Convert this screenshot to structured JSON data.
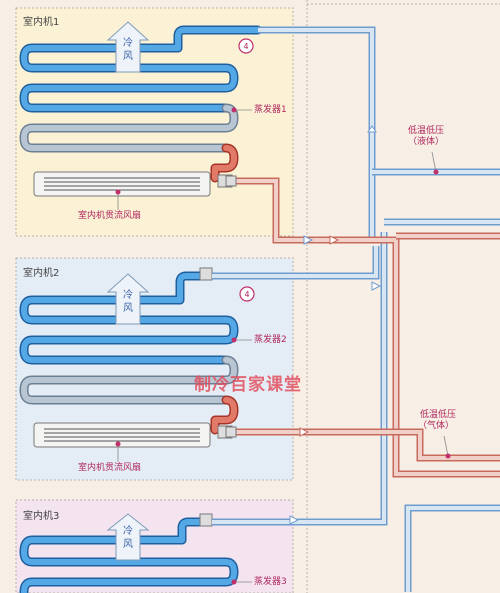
{
  "units": [
    {
      "title": "室内机1",
      "evaporator": "蒸发器1",
      "fan": "室内机贯流风扇",
      "cold_air": [
        "冷",
        "风"
      ],
      "badge": "4"
    },
    {
      "title": "室内机2",
      "evaporator": "蒸发器2",
      "fan": "室内机贯流风扇",
      "cold_air": [
        "冷",
        "风"
      ],
      "badge": "4"
    },
    {
      "title": "室内机3",
      "evaporator": "蒸发器3",
      "cold_air": [
        "冷",
        "风"
      ]
    }
  ],
  "pipes": {
    "liquid": {
      "line1": "低温低压",
      "line2": "（液体）"
    },
    "gas": {
      "line1": "低温低压",
      "line2": "（气体）"
    }
  },
  "watermark": "制冷百家课堂",
  "colors": {
    "cold_pipe": "#3a8ad0",
    "warm_pipe": "#d95a4a",
    "mixed_pipe": "#9aa7b8",
    "label": "#b0275e",
    "unit1_bg": "#fbf2d6",
    "unit2_bg": "#e4edf6",
    "unit3_bg": "#f3e4f0"
  }
}
